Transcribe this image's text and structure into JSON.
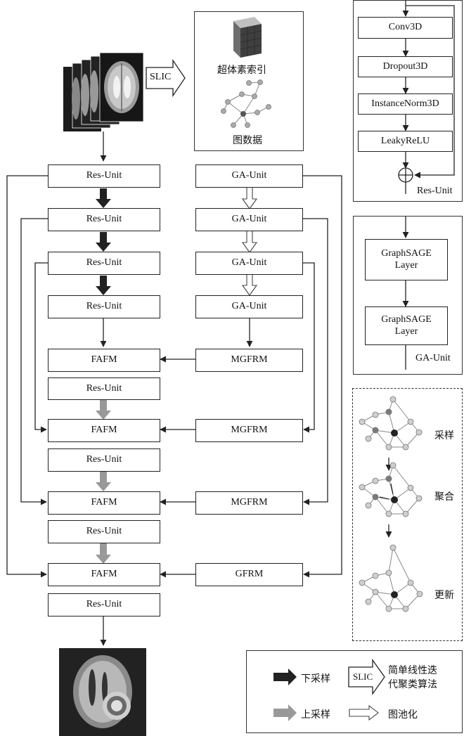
{
  "main": {
    "res_unit": "Res-Unit",
    "ga_unit": "GA-Unit",
    "fafm": "FAFM",
    "mgfrm": "MGFRM",
    "gfrm": "GFRM",
    "slic": "SLIC",
    "supervoxel_index": "超体素索引",
    "graph_data": "图数据"
  },
  "res_unit_panel": {
    "layers": [
      "Conv3D",
      "Dropout3D",
      "InstanceNorm3D",
      "LeakyReLU"
    ],
    "caption": "Res-Unit"
  },
  "ga_unit_panel": {
    "layers": [
      "GraphSAGE\nLayer",
      "GraphSAGE\nLayer"
    ],
    "caption": "GA-Unit"
  },
  "graph_panel": {
    "steps": [
      "采样",
      "聚合",
      "更新"
    ]
  },
  "legend": {
    "downsample": "下采样",
    "upsample": "上采样",
    "slic": "SLIC",
    "slic_desc_line1": "简单线性迭",
    "slic_desc_line2": "代聚类算法",
    "graph_pool": "图池化"
  },
  "colors": {
    "down_arrow": "#222222",
    "up_arrow": "#999999",
    "node_fill": "#cfcfcf",
    "node_dark": "#222222",
    "node_mid": "#7a7a7a"
  }
}
